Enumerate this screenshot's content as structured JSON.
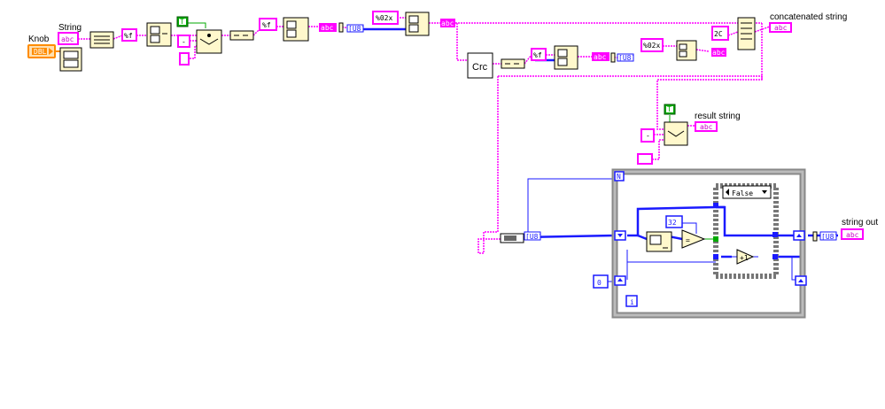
{
  "labels": {
    "knob": "Knob",
    "string": "String",
    "concatenated": "concatenated string",
    "result": "result string",
    "string_out": "string out"
  },
  "constants": {
    "fmt_f_1": "%f",
    "fmt_f_2": "%f",
    "fmt_f_3": "%f",
    "fmt_02x_1": "%02x",
    "fmt_02x_2": "%02x",
    "hex_2c": "2C",
    "dash_1": "-",
    "dash_2": "-",
    "num_32": "32",
    "num_0": "0",
    "bool_t_1": "T",
    "bool_t_2": "T",
    "crc": "Crc"
  },
  "terminals": {
    "abc": "abc",
    "dbl": "DBL",
    "u8": "[U8]"
  },
  "case_structure": {
    "selector": "False"
  },
  "loop": {
    "count_terminal": "N",
    "iteration_terminal": "i"
  },
  "colors": {
    "string_wire": "#ff00ff",
    "numeric_wire": "#1a1aff",
    "boolean": "#00aa00",
    "orange_numeric": "#ff8c00"
  }
}
